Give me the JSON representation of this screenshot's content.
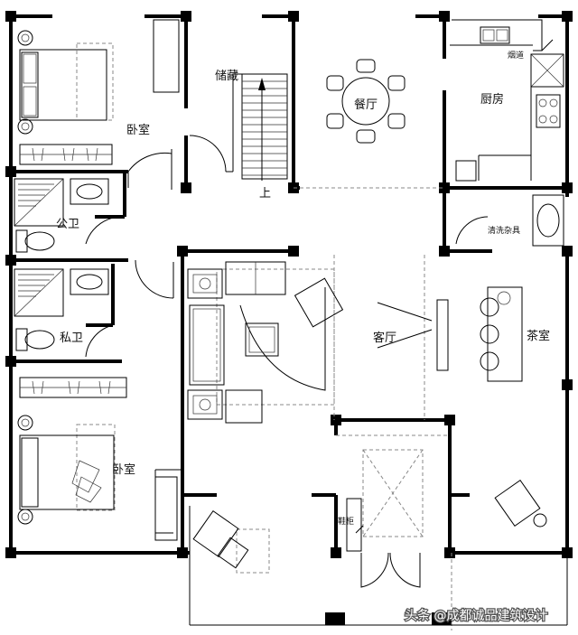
{
  "rooms": {
    "bedroom_top": "卧室",
    "storage": "储藏",
    "dining": "餐厅",
    "kitchen": "厨房",
    "chimney": "烟道",
    "public_bath": "公卫",
    "stairs_up": "上",
    "laundry": "清洗杂具",
    "private_bath": "私卫",
    "living": "客厅",
    "tea_room": "茶室",
    "bedroom_bottom": "卧室",
    "shoe_cabinet": "鞋柜"
  },
  "watermark": "头条 @成都诚品建筑设计"
}
